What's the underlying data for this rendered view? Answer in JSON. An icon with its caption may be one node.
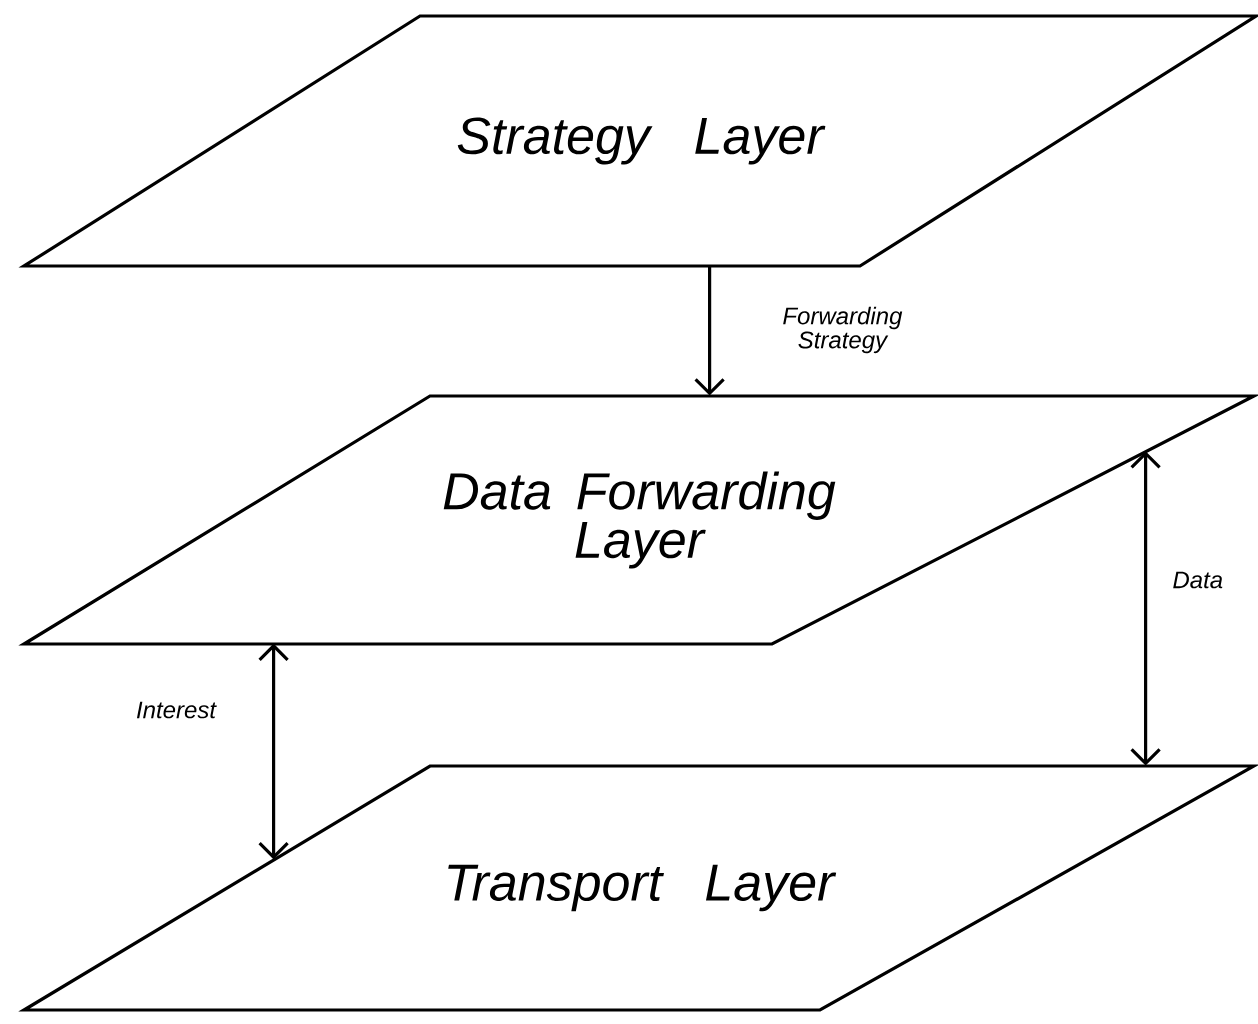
{
  "diagram": {
    "nodes": [
      {
        "text": [
          "Strategy Layer"
        ]
      },
      {
        "text": [
          "Data Forwarding Layer"
        ]
      },
      {
        "text": [
          "Transport Layer"
        ]
      }
    ],
    "edges": [
      {
        "from": 0,
        "to": 1,
        "arrow": "to",
        "label": "Forwarding Strategy"
      },
      {
        "from": 1,
        "to": 2,
        "arrow": "both",
        "label": "Interest"
      },
      {
        "from": 1,
        "to": 2,
        "arrow": "both",
        "label": "Data"
      }
    ]
  }
}
